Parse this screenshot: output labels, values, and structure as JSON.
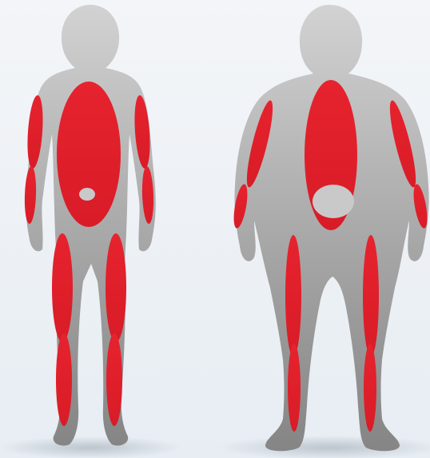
{
  "colors": {
    "background": "#eef2f6",
    "body_top": "#cfcfcf",
    "body_bottom": "#8a8a8a",
    "tissue_red": "#e4212c",
    "belly_fat": "#c9c9c9"
  },
  "figures": [
    {
      "name": "lean-figure",
      "body_type": "slim"
    },
    {
      "name": "obese-figure",
      "body_type": "obese"
    }
  ]
}
